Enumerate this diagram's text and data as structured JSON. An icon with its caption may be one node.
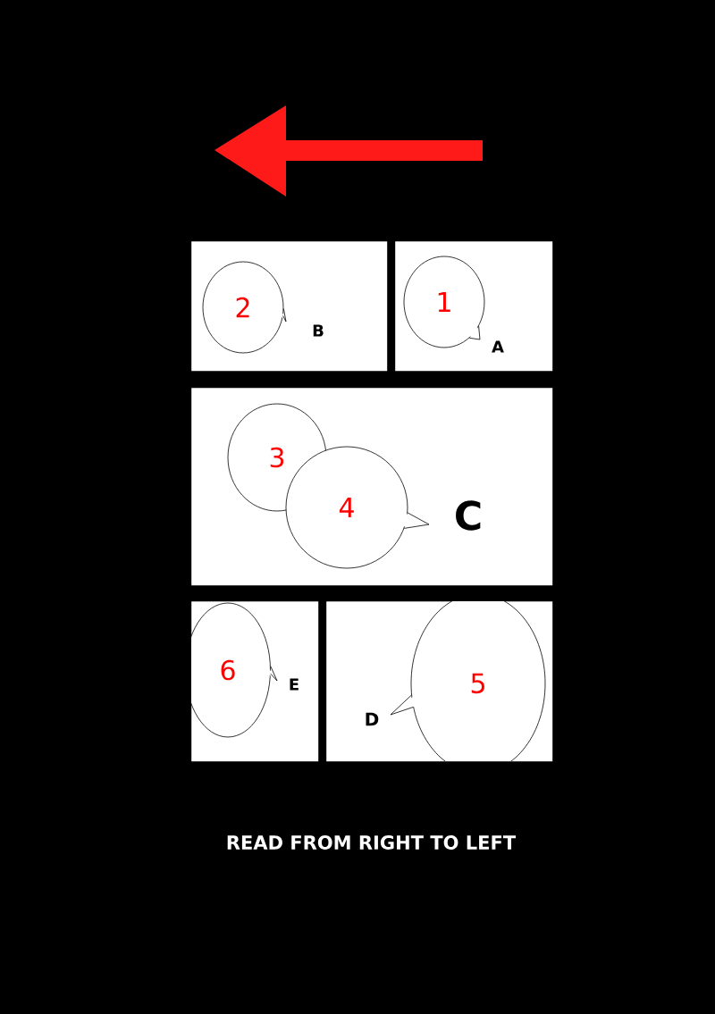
{
  "diagram": {
    "nodes": [
      {
        "text": [],
        "shape": "box"
      },
      {
        "text": [
          "1"
        ],
        "in": 0,
        "beside": [
          "A"
        ]
      },
      {
        "text": [],
        "shape": "box"
      },
      {
        "text": [
          "2"
        ],
        "in": 2,
        "beside": [
          "B"
        ]
      },
      {
        "text": [],
        "shape": "box"
      },
      {
        "text": [
          "3"
        ],
        "in": 4
      },
      {
        "text": [
          "4"
        ],
        "in": 4,
        "beside": [
          "C"
        ]
      },
      {
        "text": [],
        "shape": "box"
      },
      {
        "text": [
          "5"
        ],
        "in": 7,
        "beside": [
          "D"
        ]
      },
      {
        "text": [],
        "shape": "box"
      },
      {
        "text": [
          "6"
        ],
        "in": 9,
        "beside": [
          "E"
        ]
      }
    ],
    "labels": [
      "READ FROM RIGHT TO LEFT"
    ]
  }
}
